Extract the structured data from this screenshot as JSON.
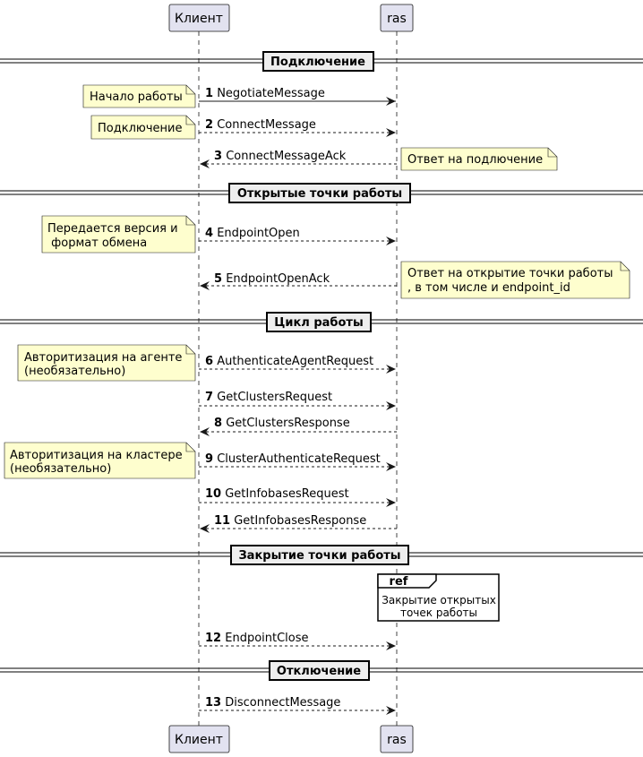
{
  "participants": {
    "client": "Клиент",
    "ras": "ras"
  },
  "dividers": [
    "Подключение",
    "Открытые точки работы",
    "Цикл работы",
    "Закрытие точки работы",
    "Отключение"
  ],
  "messages": [
    {
      "num": "1",
      "label": "NegotiateMessage",
      "dir": "right",
      "dashed": false
    },
    {
      "num": "2",
      "label": "ConnectMessage",
      "dir": "right",
      "dashed": true
    },
    {
      "num": "3",
      "label": "ConnectMessageAck",
      "dir": "left",
      "dashed": true
    },
    {
      "num": "4",
      "label": "EndpointOpen",
      "dir": "right",
      "dashed": true
    },
    {
      "num": "5",
      "label": "EndpointOpenAck",
      "dir": "left",
      "dashed": true
    },
    {
      "num": "6",
      "label": "AuthenticateAgentRequest",
      "dir": "right",
      "dashed": true
    },
    {
      "num": "7",
      "label": "GetClustersRequest",
      "dir": "right",
      "dashed": true
    },
    {
      "num": "8",
      "label": "GetClustersResponse",
      "dir": "left",
      "dashed": true
    },
    {
      "num": "9",
      "label": "ClusterAuthenticateRequest",
      "dir": "right",
      "dashed": true
    },
    {
      "num": "10",
      "label": "GetInfobasesRequest",
      "dir": "right",
      "dashed": true
    },
    {
      "num": "11",
      "label": "GetInfobasesResponse",
      "dir": "left",
      "dashed": true
    },
    {
      "num": "12",
      "label": "EndpointClose",
      "dir": "right",
      "dashed": true
    },
    {
      "num": "13",
      "label": "DisconnectMessage",
      "dir": "right",
      "dashed": true
    }
  ],
  "notes": [
    {
      "lines": [
        "Начало работы"
      ]
    },
    {
      "lines": [
        "Подключение"
      ]
    },
    {
      "lines": [
        "Ответ на подлючение"
      ]
    },
    {
      "lines": [
        "Передается версия и",
        " формат обмена"
      ]
    },
    {
      "lines": [
        "Ответ на открытие точки работы",
        ", в том числе и endpoint_id"
      ]
    },
    {
      "lines": [
        "Авторитизация на агенте",
        "(необязательно)"
      ]
    },
    {
      "lines": [
        "Авторитизация на кластере",
        "(необязательно)"
      ]
    }
  ],
  "ref": {
    "tag": "ref",
    "lines": [
      "Закрытие открытых",
      "точек работы"
    ]
  },
  "colors": {
    "participant_fill": "#e2e2f0",
    "participant_border": "#181818",
    "note_fill": "#fefece",
    "divider_fill": "#eeeeee",
    "line": "#181818"
  }
}
